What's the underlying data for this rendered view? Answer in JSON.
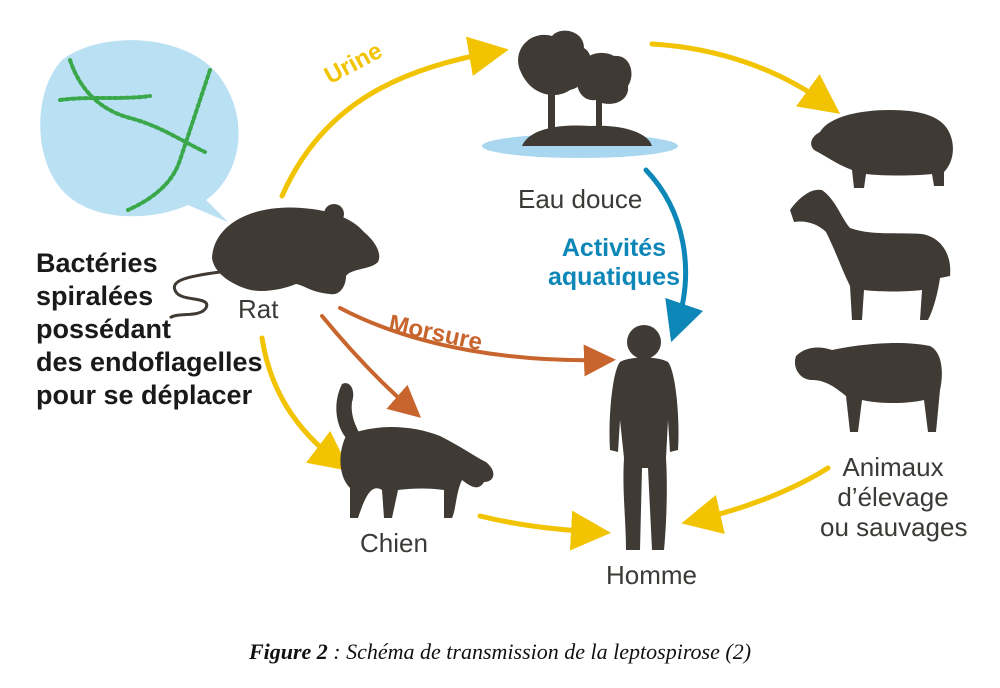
{
  "labels": {
    "bacteria": [
      "Bactéries",
      "spiralées",
      "possédant",
      "des endoflagelles",
      "pour se déplacer"
    ],
    "rat": "Rat",
    "eau_douce": "Eau douce",
    "activites": [
      "Activités",
      "aquatiques"
    ],
    "urine": "Urine",
    "morsure": "Morsure",
    "chien": "Chien",
    "homme": "Homme",
    "animaux": [
      "Animaux",
      "d’élevage",
      "ou sauvages"
    ]
  },
  "caption": {
    "prefix": "Figure 2",
    "text": " : Schéma de transmission de la leptospirose (2)"
  },
  "colors": {
    "yellow_arrow": "#f2c300",
    "orange_arrow": "#c8652e",
    "blue_arrow": "#0d86b8",
    "silhouette": "#3f3a34",
    "bubble": "#b9e0f3",
    "bacteria_strand": "#3aa84a",
    "water": "#a9d7ef"
  }
}
